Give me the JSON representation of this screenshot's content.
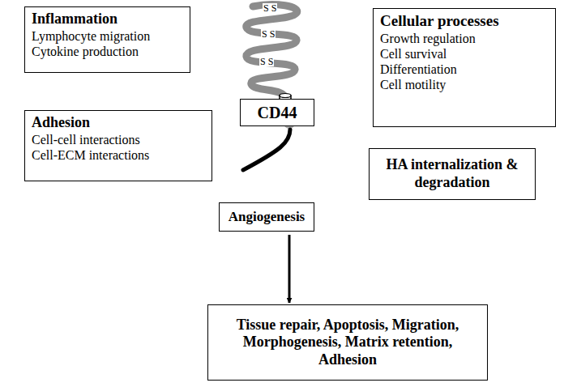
{
  "diagram": {
    "nodes": [
      {
        "text": [
          "Inflammation",
          "Lymphocyte migration",
          "Cytokine production"
        ]
      },
      {
        "text": [
          "Cellular processes",
          "Growth regulation",
          "Cell survival",
          "Differentiation",
          "Cell motility"
        ]
      },
      {
        "text": [
          "CD44"
        ]
      },
      {
        "text": [
          "Adhesion",
          "Cell-cell interactions",
          "Cell-ECM interactions"
        ]
      },
      {
        "text": [
          "HA internalization & degradation"
        ]
      },
      {
        "text": [
          "Angiogenesis"
        ]
      },
      {
        "text": [
          "Tissue repair, Apoptosis, Migration, Morphogenesis, Matrix retention, Adhesion"
        ]
      }
    ],
    "edges": [
      {
        "from": 5,
        "to": 6,
        "arrow": "to"
      }
    ],
    "labels": [
      "S S",
      "S S",
      "S S"
    ]
  }
}
